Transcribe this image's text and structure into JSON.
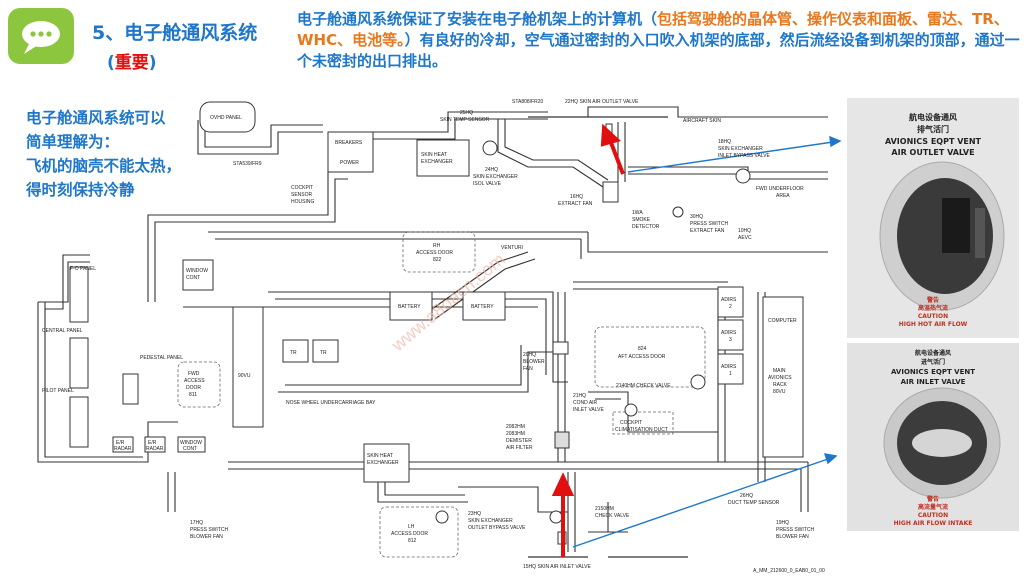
{
  "header": {
    "section_number": "5、",
    "section_title": "电子舱通风系统",
    "importance_open": "(",
    "importance": "重要",
    "importance_close": ")"
  },
  "description": {
    "part1": "电子舱通风系统保证了安装在电子舱机架上的计算机（",
    "part2_highlight": "包括驾驶舱的晶体管、操作仪表和面板、雷达、TR、WHC、电池等。",
    "part3": "）有良好的冷却，空气通过密封的入口吹入机架的底部，然后流经设备到机架的顶部，通过一个未密封的出口排出。"
  },
  "side_note": {
    "line1": "电子舱通风系统可以",
    "line2": "简单理解为：",
    "line3": "飞机的脑壳不能太热，",
    "line4": "得时刻保持冷静"
  },
  "diagram": {
    "labels": {
      "ovhd_panel": "OVHD PANEL",
      "sta539": "STA539/FR9",
      "breakers": "BREAKERS",
      "power": "POWER",
      "cockpit_sensor_1": "COCKPIT",
      "cockpit_sensor_2": "SENSOR",
      "cockpit_sensor_3": "HOUSING",
      "skin_temp_1": "25HQ",
      "skin_temp_2": "SKIN TEMP SENSOR",
      "skin_heat_1": "SKIN HEAT",
      "skin_heat_2": "EXCHANGER",
      "isol_valve_1": "24HQ",
      "isol_valve_2": "SKIN EXCHANGER",
      "isol_valve_3": "ISOL VALVE",
      "sta808": "STA808/FR20",
      "outlet_valve": "22HQ SKIN AIR OUTLET VALVE",
      "aircraft_skin": "AIRCRAFT SKIN",
      "inlet_bypass_1": "18HQ",
      "inlet_bypass_2": "SKIN EXCHANGER",
      "inlet_bypass_3": "INLET BYPASS VALVE",
      "extract_fan_1": "16HQ",
      "extract_fan_2": "EXTRACT FAN",
      "smoke_1": "1WA",
      "smoke_2": "SMOKE",
      "smoke_3": "DETECTOR",
      "press_switch_1": "30HQ",
      "press_switch_2": "PRESS SWITCH",
      "press_switch_3": "EXTRACT FAN",
      "fwd_underfloor_1": "FWD UNDERFLOOR",
      "fwd_underfloor_2": "AREA",
      "aevc_1": "10HQ",
      "aevc_2": "AEVC",
      "rh_door_1": "RH",
      "rh_door_2": "ACCESS DOOR",
      "rh_door_3": "822",
      "venturi": "VENTURI",
      "battery_1": "BATTERY",
      "battery_2": "BATTERY",
      "fo_panel": "F-O PANEL",
      "central_panel": "CENTRAL PANEL",
      "pilot_panel": "PILOT PANEL",
      "window_cont_1": "WINDOW",
      "window_cont_2": "CONT",
      "pedestal_panel": "PEDESTAL PANEL",
      "fwd_door_1": "FWD",
      "fwd_door_2": "ACCESS",
      "fwd_door_3": "DOOR",
      "fwd_door_4": "811",
      "rack_90vu": "90VU",
      "tr_1": "TR",
      "tr_2": "TR",
      "nose_bay": "NOSE WHEEL UNDERCARRIAGE BAY",
      "er_radar": "E/R",
      "radar": "RADAR",
      "adirs_2": "ADIRS",
      "adirs_2n": "2",
      "adirs_3": "ADIRS",
      "adirs_3n": "3",
      "adirs_1": "ADIRS",
      "adirs_1n": "1",
      "computer": "COMPUTER",
      "main_rack_1": "MAIN",
      "main_rack_2": "AVIONICS",
      "main_rack_3": "RACK",
      "main_rack_4": "80VU",
      "aft_door_1": "824",
      "aft_door_2": "AFT ACCESS DOOR",
      "blower_1": "20HQ",
      "blower_2": "BLOWER",
      "blower_3": "FAN",
      "check_valve_top": "2140HM CHECK VALVE",
      "cond_air_1": "21HQ",
      "cond_air_2": "COND AIR",
      "cond_air_3": "INLET VALVE",
      "cockpit_duct_1": "COCKPIT",
      "cockpit_duct_2": "CLIMATISATION DUCT",
      "demister_1": "2082HM",
      "demister_2": "2083HM",
      "demister_3": "DEMISTER",
      "demister_4": "AIR FILTER",
      "skin_heat_b1": "SKIN HEAT",
      "skin_heat_b2": "EXCHANGER",
      "duct_temp_1": "26HQ",
      "duct_temp_2": "DUCT TEMP SENSOR",
      "outlet_bypass_1": "23HQ",
      "outlet_bypass_2": "SKIN EXCHANGER",
      "outlet_bypass_3": "OUTLET BYPASS VALVE",
      "check_valve_bot_1": "2150HM",
      "check_valve_bot_2": "CHECK VALVE",
      "lh_door_1": "LH",
      "lh_door_2": "ACCESS DOOR",
      "lh_door_3": "812",
      "press_bl_1": "17HQ",
      "press_bl_2": "PRESS SWITCH",
      "press_bl_3": "BLOWER FAN",
      "press_br_1": "19HQ",
      "press_br_2": "PRESS SWITCH",
      "press_br_3": "BLOWER FAN",
      "inlet_valve": "15HQ SKIN AIR INLET VALVE",
      "ref": "A_MM_212600_0_EAB0_01_00"
    }
  },
  "photos": {
    "top": {
      "cn_title": "航电设备通风",
      "cn_sub": "排气活门",
      "en_1": "AVIONICS EQPT VENT",
      "en_2": "AIR OUTLET VALVE",
      "warn_cn_1": "警告",
      "warn_cn_2": "高温热气流",
      "warn_en_1": "CAUTION",
      "warn_en_2": "HIGH HOT AIR FLOW"
    },
    "bottom": {
      "cn_title": "航电设备通风",
      "cn_sub": "进气活门",
      "en_1": "AVIONICS EQPT VENT",
      "en_2": "AIR INLET VALVE",
      "warn_cn_1": "警告",
      "warn_cn_2": "高流量气流",
      "warn_en_1": "CAUTION",
      "warn_en_2": "HIGH AIR FLOW INTAKE"
    }
  },
  "colors": {
    "title_blue": "#1f77c9",
    "highlight_orange": "#e8781e",
    "important_red": "#e01010",
    "icon_green": "#8cc63f",
    "arrow_red": "#e01010",
    "pointer_blue": "#1f77c9"
  },
  "icons": {
    "chat": "speech-bubble-icon"
  }
}
